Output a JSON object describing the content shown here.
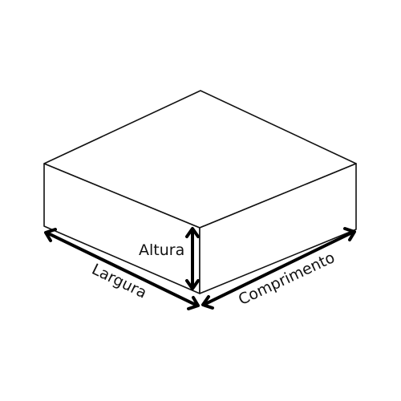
{
  "labels": {
    "height": "Altura",
    "width": "Largura",
    "length": "Comprimento"
  }
}
